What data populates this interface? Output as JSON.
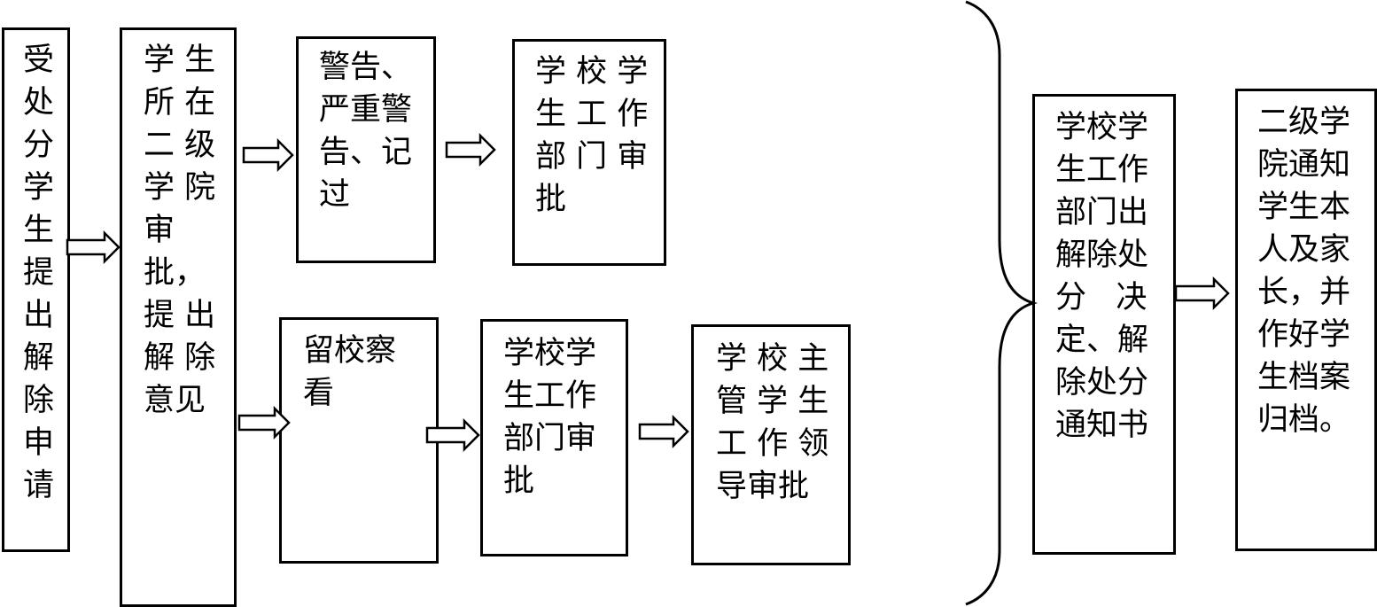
{
  "diagram": {
    "nodes": [
      {
        "id": "n1",
        "text": "受\n处\n分\n学\n生\n提\n出\n解\n除\n申\n请"
      },
      {
        "id": "n2",
        "text": "学 生\n所 在\n二 级\n学 院\n审\n批，\n提 出\n解 除\n意见"
      },
      {
        "id": "n3",
        "text": "警告、\n严重警\n告、记\n过"
      },
      {
        "id": "n4",
        "text": "学 校 学\n生 工 作\n部 门 审\n批"
      },
      {
        "id": "n5",
        "text": "留校察\n看"
      },
      {
        "id": "n6",
        "text": "学校学\n生工作\n部门审\n批"
      },
      {
        "id": "n7",
        "text": "学 校 主\n管 学 生\n工 作 领\n导审批"
      },
      {
        "id": "n8",
        "text": "学校学\n生工作\n部门出\n解除处\n分   决\n定、解\n除处分\n通知书"
      },
      {
        "id": "n9",
        "text": "二级学\n院通知\n学生本\n人及家\n长，并\n作好学\n生档案\n归档。"
      }
    ],
    "edges": [
      {
        "from": "n1",
        "to": "n2"
      },
      {
        "from": "n2",
        "to": "n3"
      },
      {
        "from": "n3",
        "to": "n4"
      },
      {
        "from": "n2",
        "to": "n5"
      },
      {
        "from": "n5",
        "to": "n6"
      },
      {
        "from": "n6",
        "to": "n7"
      },
      {
        "from": "n8",
        "to": "n9"
      }
    ]
  }
}
